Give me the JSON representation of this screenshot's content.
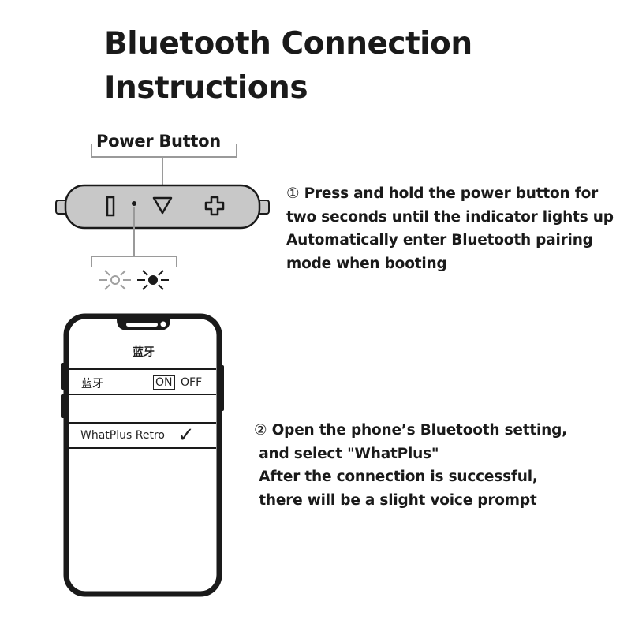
{
  "title": {
    "line1": "Bluetooth Connection",
    "line2": "Instructions"
  },
  "power_button_label": "Power Button",
  "step1": {
    "marker": "①",
    "line1": "Press and hold the power button for",
    "line2": "two seconds until the indicator lights up",
    "line3": "Automatically enter Bluetooth pairing",
    "line4": "mode when booting"
  },
  "step2": {
    "marker": "②",
    "line1": "Open the phone’s Bluetooth setting,",
    "line2": "and select \"WhatPlus\"",
    "line3": "After the connection is successful,",
    "line4": "there will be a slight voice prompt"
  },
  "phone": {
    "header": "蓝牙",
    "bluetooth_row_label": "蓝牙",
    "on_label": "ON",
    "off_label": "OFF",
    "device_name": "WhatPlus Retro",
    "check_glyph": "✓"
  },
  "icons": {
    "minus": "minus-icon",
    "power": "power-triangle-icon",
    "plus": "plus-icon",
    "indicator": "indicator-dot-icon",
    "light_off": "light-dim-icon",
    "light_on": "light-on-icon"
  },
  "colors": {
    "text": "#1a1a1a",
    "remote_fill": "#c8c8c8",
    "bracket": "#9a9a9a",
    "light_dim": "#a0a0a0"
  }
}
